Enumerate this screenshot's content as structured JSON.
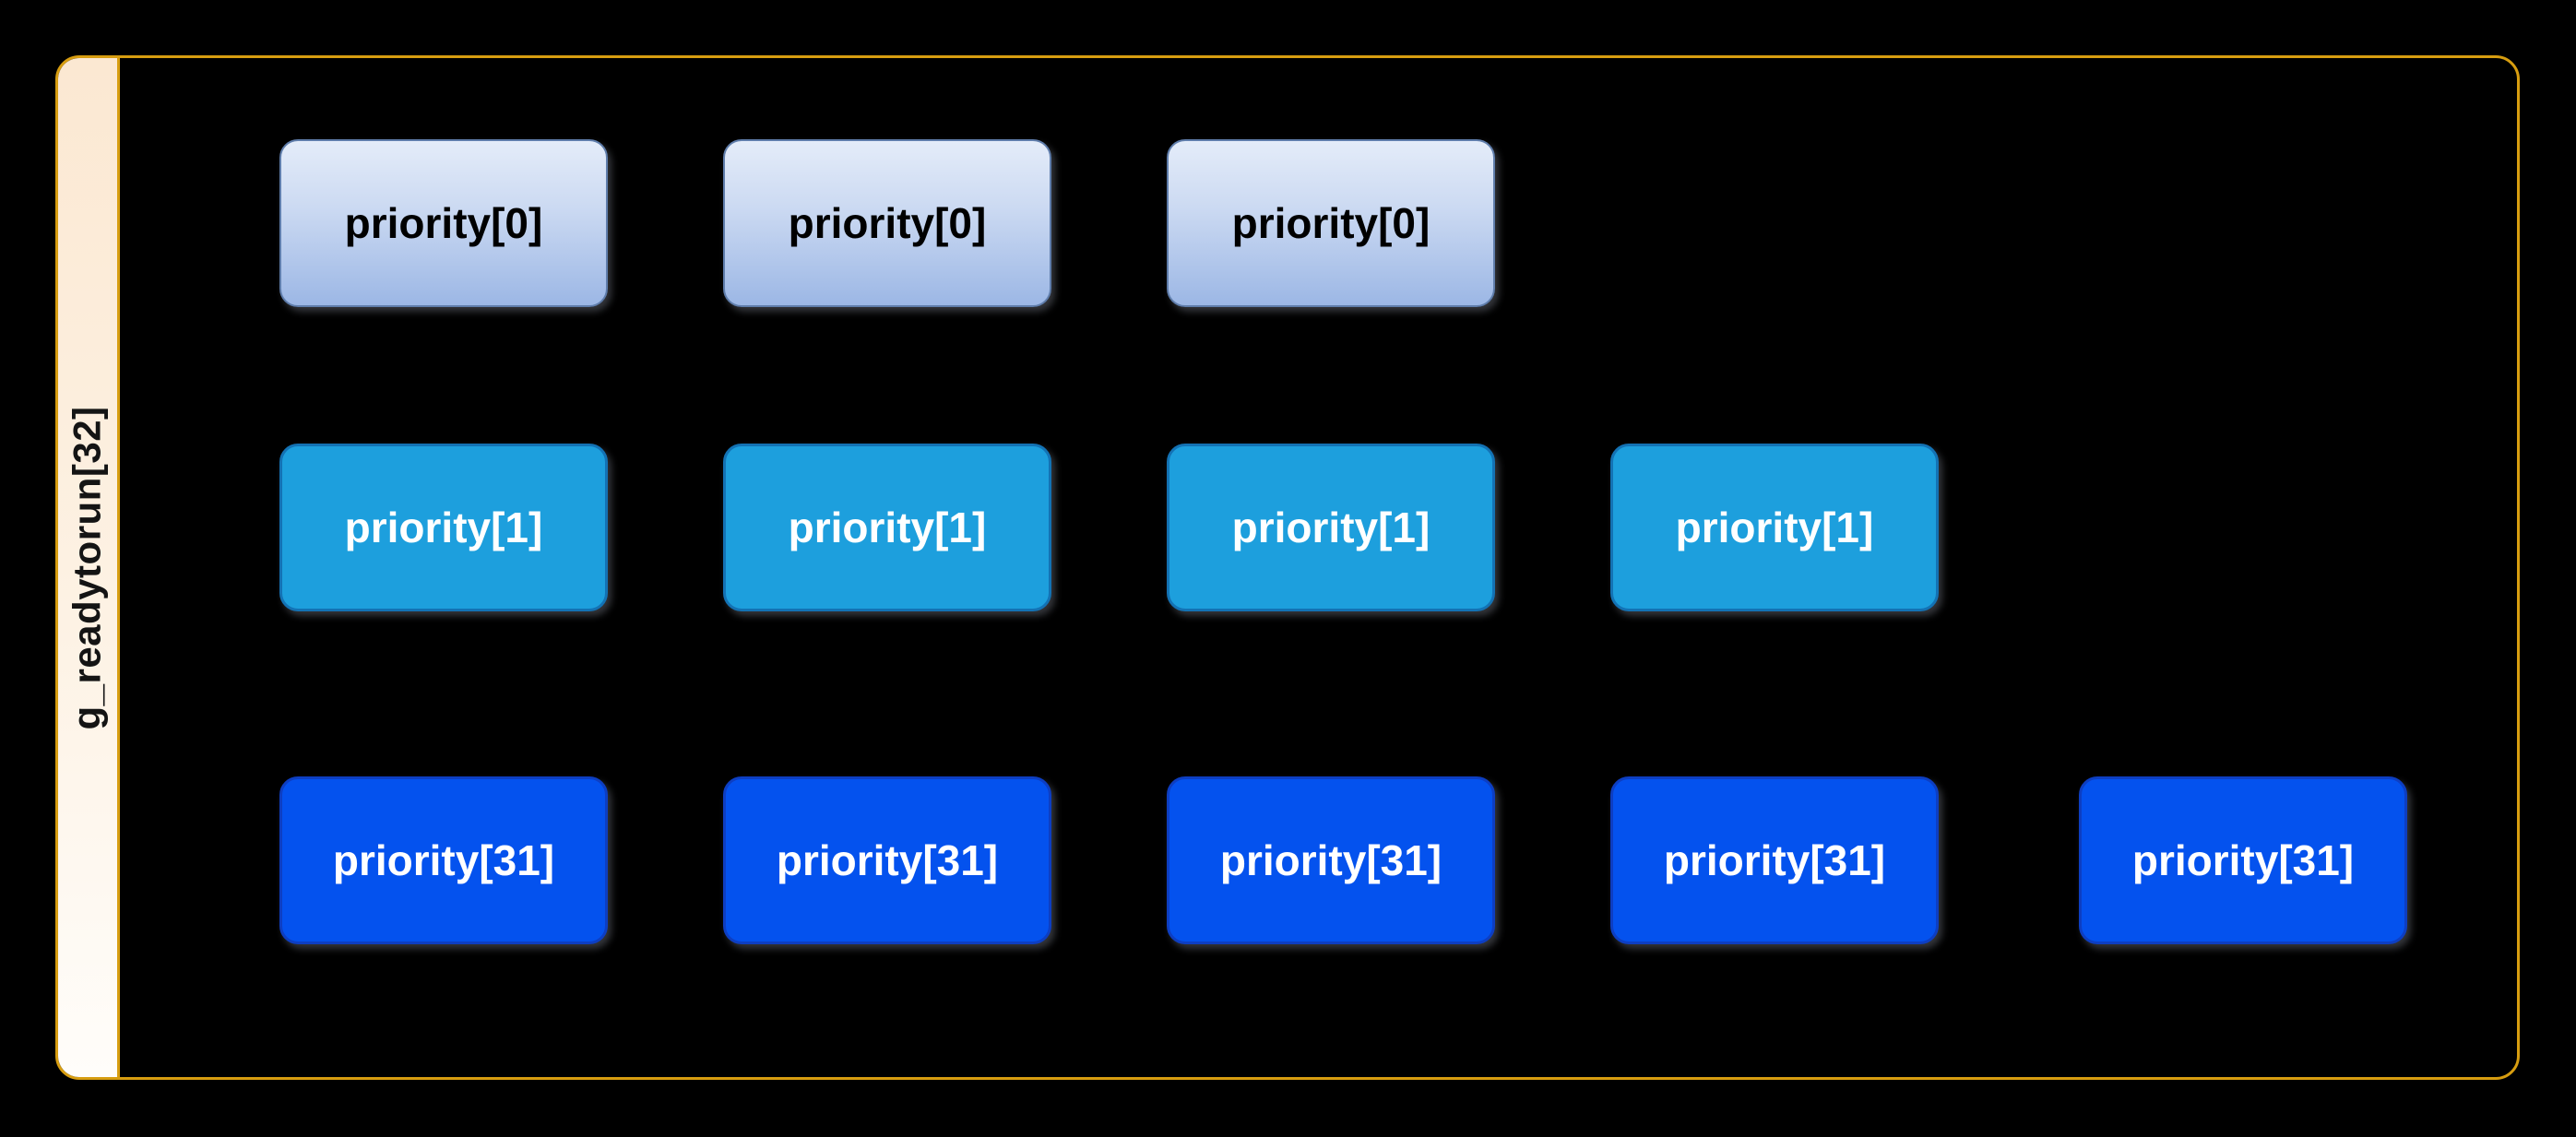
{
  "diagram": {
    "array_label": "g_readytorun[32]",
    "rows": [
      {
        "name": "priority-0",
        "label": "priority[0]",
        "count": 3,
        "style": "p0"
      },
      {
        "name": "priority-1",
        "label": "priority[1]",
        "count": 4,
        "style": "p1"
      },
      {
        "name": "priority-31",
        "label": "priority[31]",
        "count": 5,
        "style": "p31"
      }
    ],
    "colors": {
      "background": "#000000",
      "border_gold": "#d79d10",
      "strip_bg_top": "#fbe8d2",
      "strip_bg_bottom": "#fffdfa",
      "p0_top": "#e4ecf9",
      "p0_bottom": "#9cb7e5",
      "p0_border": "#5f7dab",
      "p0_text": "#000000",
      "p1_fill": "#1d9fdd",
      "p1_border": "#1372b4",
      "p31_fill": "#0452ee",
      "p31_border": "#0d3ec2",
      "p_text_light": "#ffffff"
    }
  }
}
